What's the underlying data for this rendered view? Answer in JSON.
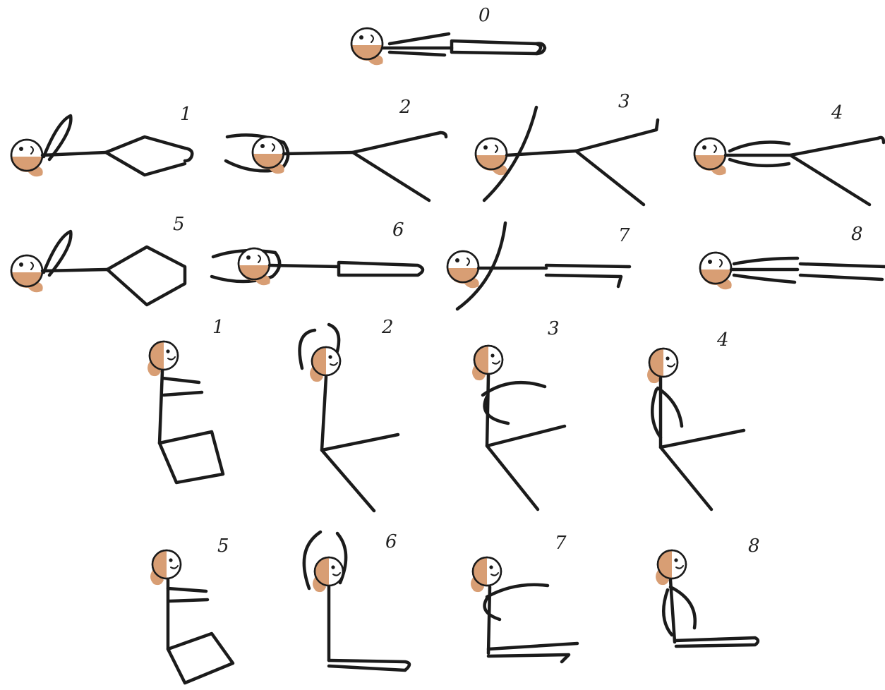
{
  "colors": {
    "ink": "#1b1b1b",
    "skin": "#d89e74",
    "paper": "#ffffff"
  },
  "labels": {
    "start": "0",
    "lying": [
      "1",
      "2",
      "3",
      "4",
      "5",
      "6",
      "7",
      "8"
    ],
    "sitting": [
      "1",
      "2",
      "3",
      "4",
      "5",
      "6",
      "7",
      "8"
    ]
  }
}
